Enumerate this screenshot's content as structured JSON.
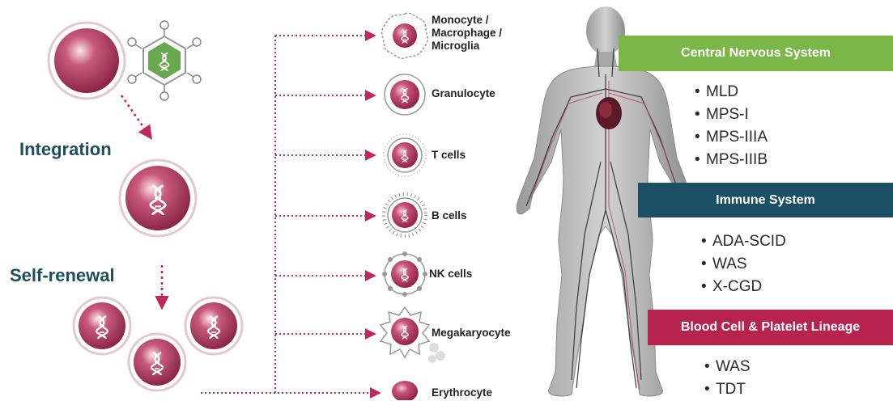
{
  "stages": {
    "integration": "Integration",
    "self_renewal": "Self-renewal"
  },
  "cells": [
    {
      "label": "Monocyte /\nMacrophage /\nMicroglia"
    },
    {
      "label": "Granulocyte"
    },
    {
      "label": "T cells"
    },
    {
      "label": "B cells"
    },
    {
      "label": "NK cells"
    },
    {
      "label": "Megakaryocyte"
    },
    {
      "label": "Erythrocyte"
    }
  ],
  "systems": [
    {
      "name": "Central Nervous System",
      "color": "#7ab648",
      "diseases": [
        "MLD",
        "MPS-I",
        "MPS-IIIA",
        "MPS-IIIB"
      ]
    },
    {
      "name": "Immune  System",
      "color": "#1b4f63",
      "diseases": [
        "ADA-SCID",
        "WAS",
        "X-CGD"
      ]
    },
    {
      "name": "Blood Cell & Platelet Lineage",
      "color": "#b8234e",
      "diseases": [
        "WAS",
        "TDT"
      ]
    }
  ],
  "colors": {
    "cell_fill": "#b83a5e",
    "cell_ring": "#e8d2d8",
    "arrow": "#c0285a",
    "title": "#1e4d5c",
    "virus": "#6aa84f"
  },
  "icons": [
    "dna-icon",
    "viral-vector-icon",
    "human-body-icon"
  ]
}
